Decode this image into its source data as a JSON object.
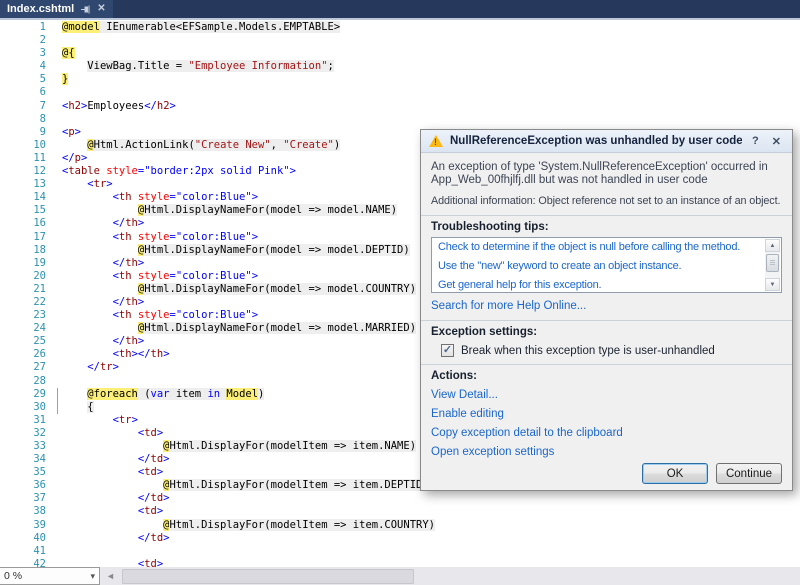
{
  "colors": {
    "tabstrip_bg": "#26395c",
    "tab_bg": "#30486f",
    "highlight_yellow": "#fcef77",
    "razor_gray": "#eeeeee",
    "tag_maroon": "#8f0000",
    "bracket_blue": "#0000ff",
    "attr_red": "#ff0000",
    "string_red": "#a31515",
    "keyword_blue": "#0000ff",
    "line_number": "#2b91af",
    "dialog_link": "#1a66cc",
    "title_bar_start": "#edf2fa",
    "title_bar_end": "#dbe5f1"
  },
  "tab": {
    "title": "Index.cshtml",
    "close_glyph": "✕"
  },
  "statusbar": {
    "zoom_value": "0 %"
  },
  "editor": {
    "lines": [
      {
        "n": 1,
        "s": [
          {
            "t": "@model",
            "b": "y"
          },
          {
            "t": " IEnumerable<EFSample.Models.EMPTABLE>",
            "b": "g"
          }
        ]
      },
      {
        "n": 2,
        "s": []
      },
      {
        "n": 3,
        "s": [
          {
            "t": "@{",
            "b": "y"
          }
        ]
      },
      {
        "n": 4,
        "s": [
          {
            "t": "    "
          },
          {
            "t": "ViewBag.Title = ",
            "b": "g"
          },
          {
            "t": "\"Employee Information\"",
            "c": "s",
            "b": "g"
          },
          {
            "t": ";",
            "b": "g"
          }
        ]
      },
      {
        "n": 5,
        "s": [
          {
            "t": "}",
            "b": "y"
          }
        ]
      },
      {
        "n": 6,
        "s": []
      },
      {
        "n": 7,
        "s": [
          {
            "t": "<",
            "c": "b"
          },
          {
            "t": "h2",
            "c": "t"
          },
          {
            "t": ">",
            "c": "b"
          },
          {
            "t": "Employees"
          },
          {
            "t": "</",
            "c": "b"
          },
          {
            "t": "h2",
            "c": "t"
          },
          {
            "t": ">",
            "c": "b"
          }
        ]
      },
      {
        "n": 8,
        "s": []
      },
      {
        "n": 9,
        "s": [
          {
            "t": "<",
            "c": "b"
          },
          {
            "t": "p",
            "c": "t"
          },
          {
            "t": ">",
            "c": "b"
          }
        ]
      },
      {
        "n": 10,
        "s": [
          {
            "t": "    "
          },
          {
            "t": "@",
            "b": "y"
          },
          {
            "t": "Html.ActionLink(",
            "b": "g"
          },
          {
            "t": "\"Create New\"",
            "c": "s",
            "b": "g"
          },
          {
            "t": ", ",
            "b": "g"
          },
          {
            "t": "\"Create\"",
            "c": "s",
            "b": "g"
          },
          {
            "t": ")",
            "b": "g"
          }
        ]
      },
      {
        "n": 11,
        "s": [
          {
            "t": "</",
            "c": "b"
          },
          {
            "t": "p",
            "c": "t"
          },
          {
            "t": ">",
            "c": "b"
          }
        ]
      },
      {
        "n": 12,
        "s": [
          {
            "t": "<",
            "c": "b"
          },
          {
            "t": "table",
            "c": "t"
          },
          {
            "t": " "
          },
          {
            "t": "style",
            "c": "a"
          },
          {
            "t": "=",
            "c": "b"
          },
          {
            "t": "\"border:2px solid Pink\"",
            "c": "v"
          },
          {
            "t": ">",
            "c": "b"
          }
        ]
      },
      {
        "n": 13,
        "s": [
          {
            "t": "    "
          },
          {
            "t": "<",
            "c": "b"
          },
          {
            "t": "tr",
            "c": "t"
          },
          {
            "t": ">",
            "c": "b"
          }
        ]
      },
      {
        "n": 14,
        "s": [
          {
            "t": "        "
          },
          {
            "t": "<",
            "c": "b"
          },
          {
            "t": "th",
            "c": "t"
          },
          {
            "t": " "
          },
          {
            "t": "style",
            "c": "a"
          },
          {
            "t": "=",
            "c": "b"
          },
          {
            "t": "\"color:Blue\"",
            "c": "v"
          },
          {
            "t": ">",
            "c": "b"
          }
        ]
      },
      {
        "n": 15,
        "s": [
          {
            "t": "            "
          },
          {
            "t": "@",
            "b": "y"
          },
          {
            "t": "Html.DisplayNameFor(model => model.NAME)",
            "b": "g"
          }
        ]
      },
      {
        "n": 16,
        "s": [
          {
            "t": "        "
          },
          {
            "t": "</",
            "c": "b"
          },
          {
            "t": "th",
            "c": "t"
          },
          {
            "t": ">",
            "c": "b"
          }
        ]
      },
      {
        "n": 17,
        "s": [
          {
            "t": "        "
          },
          {
            "t": "<",
            "c": "b"
          },
          {
            "t": "th",
            "c": "t"
          },
          {
            "t": " "
          },
          {
            "t": "style",
            "c": "a"
          },
          {
            "t": "=",
            "c": "b"
          },
          {
            "t": "\"color:Blue\"",
            "c": "v"
          },
          {
            "t": ">",
            "c": "b"
          }
        ]
      },
      {
        "n": 18,
        "s": [
          {
            "t": "            "
          },
          {
            "t": "@",
            "b": "y"
          },
          {
            "t": "Html.DisplayNameFor(model => model.DEPTID)",
            "b": "g"
          }
        ]
      },
      {
        "n": 19,
        "s": [
          {
            "t": "        "
          },
          {
            "t": "</",
            "c": "b"
          },
          {
            "t": "th",
            "c": "t"
          },
          {
            "t": ">",
            "c": "b"
          }
        ]
      },
      {
        "n": 20,
        "s": [
          {
            "t": "        "
          },
          {
            "t": "<",
            "c": "b"
          },
          {
            "t": "th",
            "c": "t"
          },
          {
            "t": " "
          },
          {
            "t": "style",
            "c": "a"
          },
          {
            "t": "=",
            "c": "b"
          },
          {
            "t": "\"color:Blue\"",
            "c": "v"
          },
          {
            "t": ">",
            "c": "b"
          }
        ]
      },
      {
        "n": 21,
        "s": [
          {
            "t": "            "
          },
          {
            "t": "@",
            "b": "y"
          },
          {
            "t": "Html.DisplayNameFor(model => model.COUNTRY)",
            "b": "g"
          }
        ]
      },
      {
        "n": 22,
        "s": [
          {
            "t": "        "
          },
          {
            "t": "</",
            "c": "b"
          },
          {
            "t": "th",
            "c": "t"
          },
          {
            "t": ">",
            "c": "b"
          }
        ]
      },
      {
        "n": 23,
        "s": [
          {
            "t": "        "
          },
          {
            "t": "<",
            "c": "b"
          },
          {
            "t": "th",
            "c": "t"
          },
          {
            "t": " "
          },
          {
            "t": "style",
            "c": "a"
          },
          {
            "t": "=",
            "c": "b"
          },
          {
            "t": "\"color:Blue\"",
            "c": "v"
          },
          {
            "t": ">",
            "c": "b"
          }
        ]
      },
      {
        "n": 24,
        "s": [
          {
            "t": "            "
          },
          {
            "t": "@",
            "b": "y"
          },
          {
            "t": "Html.DisplayNameFor(model => model.MARRIED)",
            "b": "g"
          }
        ]
      },
      {
        "n": 25,
        "s": [
          {
            "t": "        "
          },
          {
            "t": "</",
            "c": "b"
          },
          {
            "t": "th",
            "c": "t"
          },
          {
            "t": ">",
            "c": "b"
          }
        ]
      },
      {
        "n": 26,
        "s": [
          {
            "t": "        "
          },
          {
            "t": "<",
            "c": "b"
          },
          {
            "t": "th",
            "c": "t"
          },
          {
            "t": ">",
            "c": "b"
          },
          {
            "t": "</",
            "c": "b"
          },
          {
            "t": "th",
            "c": "t"
          },
          {
            "t": ">",
            "c": "b"
          }
        ]
      },
      {
        "n": 27,
        "s": [
          {
            "t": "    "
          },
          {
            "t": "</",
            "c": "b"
          },
          {
            "t": "tr",
            "c": "t"
          },
          {
            "t": ">",
            "c": "b"
          }
        ]
      },
      {
        "n": 28,
        "s": []
      },
      {
        "n": 29,
        "s": [
          {
            "t": "    "
          },
          {
            "t": "@foreach",
            "b": "y"
          },
          {
            "t": " (",
            "b": "g"
          },
          {
            "t": "var",
            "c": "k",
            "b": "g"
          },
          {
            "t": " item ",
            "b": "g"
          },
          {
            "t": "in",
            "c": "k",
            "b": "g"
          },
          {
            "t": " ",
            "b": "g"
          },
          {
            "t": "Model",
            "b": "y"
          },
          {
            "t": ")",
            "b": "g"
          }
        ]
      },
      {
        "n": 30,
        "s": [
          {
            "t": "    "
          },
          {
            "t": "{",
            "b": "g"
          }
        ]
      },
      {
        "n": 31,
        "s": [
          {
            "t": "        "
          },
          {
            "t": "<",
            "c": "b"
          },
          {
            "t": "tr",
            "c": "t"
          },
          {
            "t": ">",
            "c": "b"
          }
        ]
      },
      {
        "n": 32,
        "s": [
          {
            "t": "            "
          },
          {
            "t": "<",
            "c": "b"
          },
          {
            "t": "td",
            "c": "t"
          },
          {
            "t": ">",
            "c": "b"
          }
        ]
      },
      {
        "n": 33,
        "s": [
          {
            "t": "                "
          },
          {
            "t": "@",
            "b": "y"
          },
          {
            "t": "Html.DisplayFor(modelItem => item.NAME)",
            "b": "g"
          }
        ]
      },
      {
        "n": 34,
        "s": [
          {
            "t": "            "
          },
          {
            "t": "</",
            "c": "b"
          },
          {
            "t": "td",
            "c": "t"
          },
          {
            "t": ">",
            "c": "b"
          }
        ]
      },
      {
        "n": 35,
        "s": [
          {
            "t": "            "
          },
          {
            "t": "<",
            "c": "b"
          },
          {
            "t": "td",
            "c": "t"
          },
          {
            "t": ">",
            "c": "b"
          }
        ]
      },
      {
        "n": 36,
        "s": [
          {
            "t": "                "
          },
          {
            "t": "@",
            "b": "y"
          },
          {
            "t": "Html.DisplayFor(modelItem => item.DEPTID)",
            "b": "g"
          }
        ]
      },
      {
        "n": 37,
        "s": [
          {
            "t": "            "
          },
          {
            "t": "</",
            "c": "b"
          },
          {
            "t": "td",
            "c": "t"
          },
          {
            "t": ">",
            "c": "b"
          }
        ]
      },
      {
        "n": 38,
        "s": [
          {
            "t": "            "
          },
          {
            "t": "<",
            "c": "b"
          },
          {
            "t": "td",
            "c": "t"
          },
          {
            "t": ">",
            "c": "b"
          }
        ]
      },
      {
        "n": 39,
        "s": [
          {
            "t": "                "
          },
          {
            "t": "@",
            "b": "y"
          },
          {
            "t": "Html.DisplayFor(modelItem => item.COUNTRY)",
            "b": "g"
          }
        ]
      },
      {
        "n": 40,
        "s": [
          {
            "t": "            "
          },
          {
            "t": "</",
            "c": "b"
          },
          {
            "t": "td",
            "c": "t"
          },
          {
            "t": ">",
            "c": "b"
          }
        ]
      },
      {
        "n": 41,
        "s": []
      },
      {
        "n": 42,
        "s": [
          {
            "t": "            "
          },
          {
            "t": "<",
            "c": "b"
          },
          {
            "t": "td",
            "c": "t"
          },
          {
            "t": ">",
            "c": "b"
          }
        ]
      }
    ]
  },
  "dialog": {
    "title": "NullReferenceException was unhandled by user code",
    "help_glyph": "?",
    "close_glyph": "✕",
    "message": "An exception of type 'System.NullReferenceException' occurred in App_Web_00fhjlfj.dll but was not handled in user code",
    "additional": "Additional information: Object reference not set to an instance of an object.",
    "tips_label": "Troubleshooting tips:",
    "tips": [
      "Check to determine if the object is null before calling the method.",
      "Use the \"new\" keyword to create an object instance.",
      "Get general help for this exception."
    ],
    "search_link": "Search for more Help Online...",
    "settings_label": "Exception settings:",
    "settings_checkbox": "Break when this exception type is user-unhandled",
    "actions_label": "Actions:",
    "actions": [
      "View Detail...",
      "Enable editing",
      "Copy exception detail to the clipboard",
      "Open exception settings"
    ],
    "ok": "OK",
    "continue": "Continue"
  }
}
